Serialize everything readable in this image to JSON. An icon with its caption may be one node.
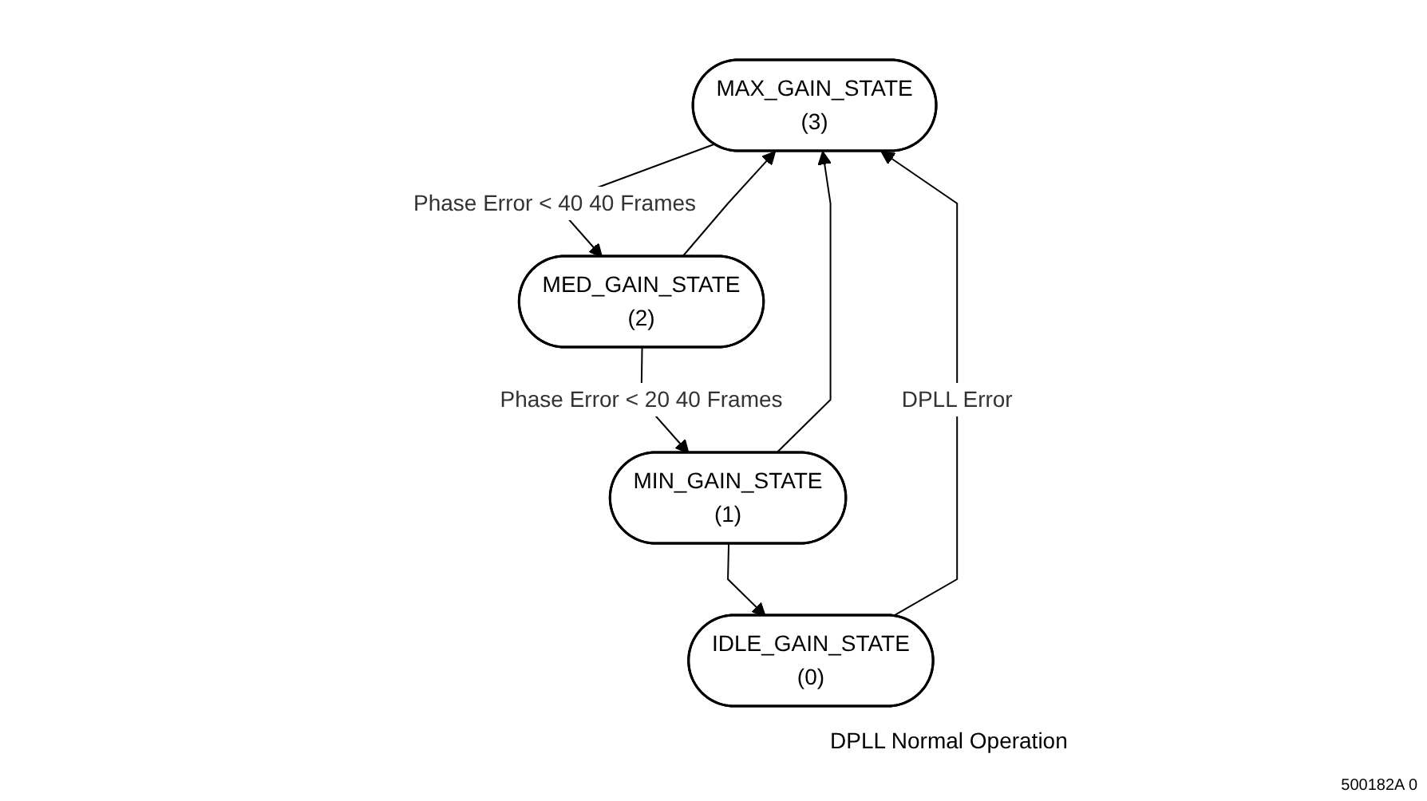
{
  "diagram": {
    "nodes": [
      {
        "text": [
          "MAX_GAIN_STATE",
          "(3)"
        ]
      },
      {
        "text": [
          "MED_GAIN_STATE",
          "(2)"
        ]
      },
      {
        "text": [
          "MIN_GAIN_STATE",
          "(1)"
        ]
      },
      {
        "text": [
          "IDLE_GAIN_STATE",
          "(0)"
        ]
      }
    ],
    "edges": [
      {
        "from": 0,
        "to": 1,
        "arrow": "to",
        "label": "Phase Error < 40 40 Frames"
      },
      {
        "from": 1,
        "to": 2,
        "arrow": "to",
        "label": "Phase Error < 20 40 Frames"
      },
      {
        "from": 2,
        "to": 3,
        "arrow": "to"
      },
      {
        "from": 3,
        "to": 0,
        "arrow": "to",
        "label": "DPLL Error"
      },
      {
        "from": 1,
        "to": 0,
        "arrow": "to"
      },
      {
        "from": 2,
        "to": 0,
        "arrow": "to"
      }
    ],
    "labels": [
      "DPLL Normal Operation",
      "500182A 0"
    ]
  }
}
